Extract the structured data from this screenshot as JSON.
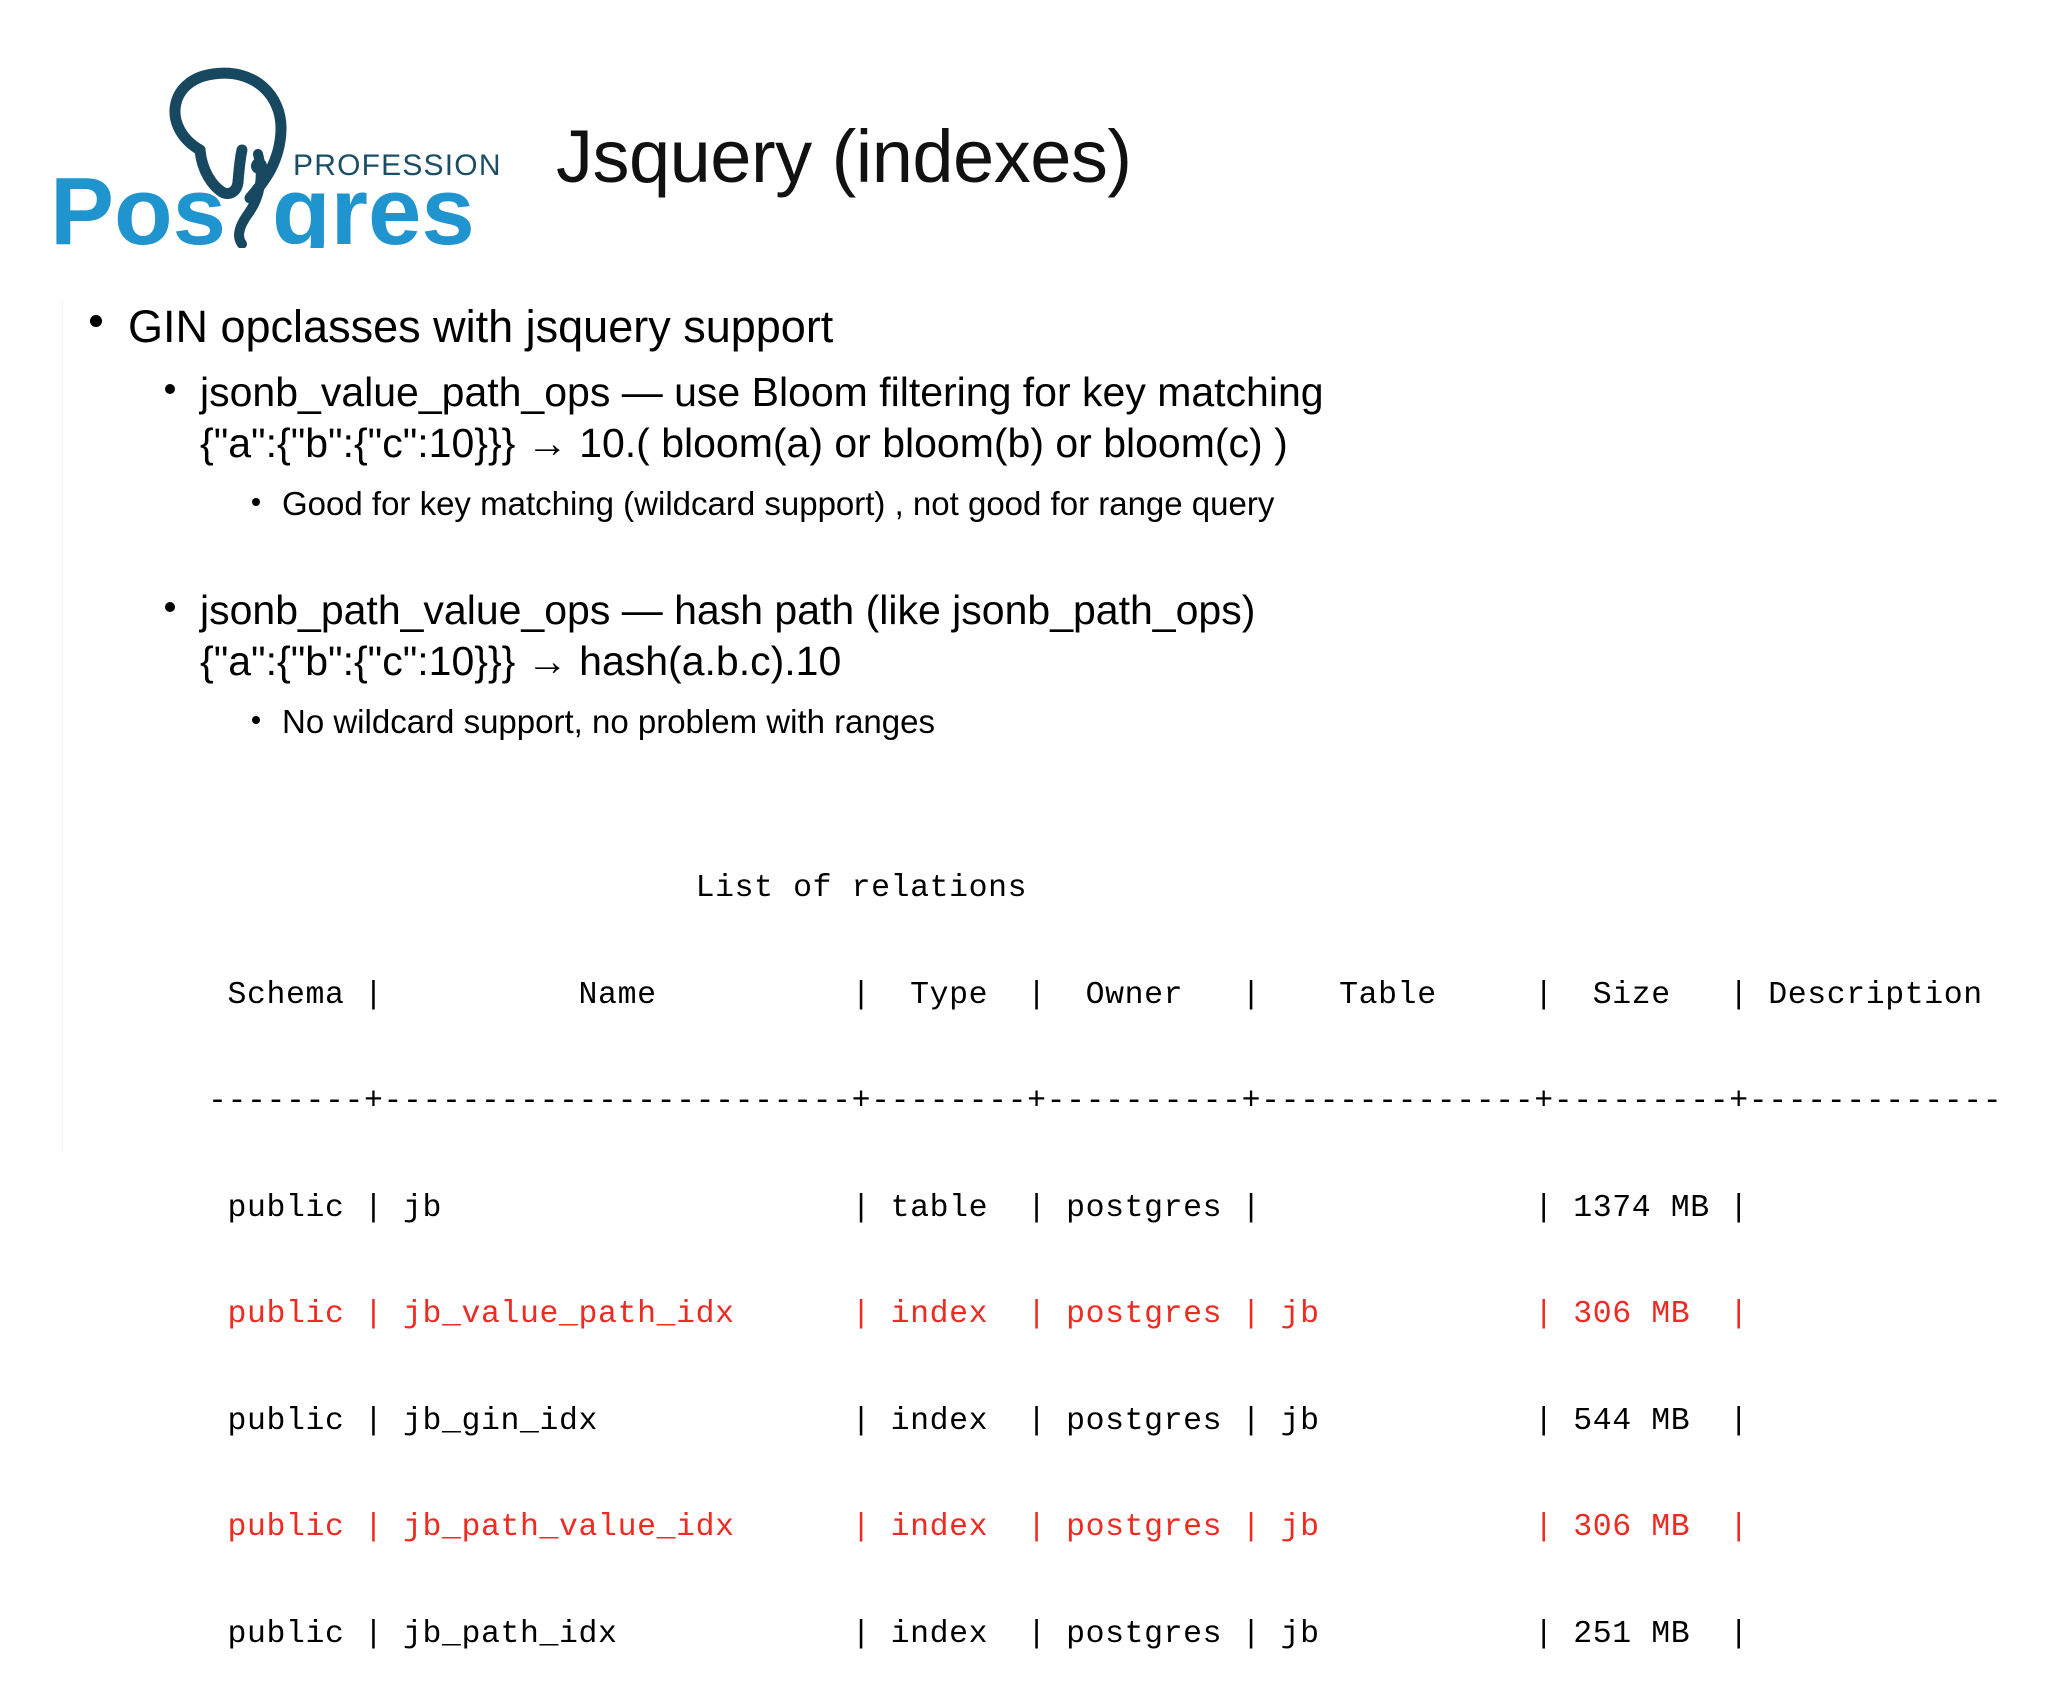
{
  "slide": {
    "title": "Jsquery (indexes)",
    "logo": {
      "wordmark_prefix": "Pos",
      "wordmark_suffix": "gres",
      "tagline": "PROFESSIONAL",
      "brand_blue": "#1f94cf",
      "brand_navy": "#18485f"
    }
  },
  "bullets": {
    "l1": "GIN opclasses with jsquery support",
    "group_a": {
      "line1": "jsonb_value_path_ops — use Bloom filtering for key matching",
      "line2": "{\"a\":{\"b\":{\"c\":10}}} → 10.( bloom(a) or bloom(b) or bloom(c) )",
      "sub": "Good for key matching (wildcard support) , not good for  range query"
    },
    "group_b": {
      "line1": "jsonb_path_value_ops — hash path (like jsonb_path_ops)",
      "line2": "{\"a\":{\"b\":{\"c\":10}}} → hash(a.b.c).10",
      "sub": "No wildcard support, no problem with ranges"
    }
  },
  "psql": {
    "caption": "                         List of relations",
    "header": " Schema |          Name          |  Type  |  Owner   |    Table     |  Size   | Description ",
    "separator": "--------+------------------------+--------+----------+--------------+---------+-------------",
    "rows": [
      {
        "text": " public | jb                     | table  | postgres |              | 1374 MB | ",
        "highlight": false
      },
      {
        "text": " public | jb_value_path_idx      | index  | postgres | jb           | 306 MB  | ",
        "highlight": true
      },
      {
        "text": " public | jb_gin_idx             | index  | postgres | jb           | 544 MB  | ",
        "highlight": false
      },
      {
        "text": " public | jb_path_value_idx      | index  | postgres | jb           | 306 MB  | ",
        "highlight": true
      },
      {
        "text": " public | jb_path_idx            | index  | postgres | jb           | 251 MB  | ",
        "highlight": false
      }
    ],
    "columns": [
      "Schema",
      "Name",
      "Type",
      "Owner",
      "Table",
      "Size",
      "Description"
    ],
    "highlight_color": "#ee2b22"
  }
}
